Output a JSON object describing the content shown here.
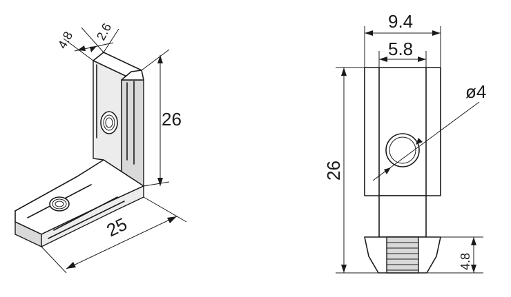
{
  "left_view": {
    "dim_thickness": "4.8",
    "dim_slot": "2.6",
    "dim_height": "26",
    "dim_length": "25"
  },
  "right_view": {
    "dim_width_outer": "9.4",
    "dim_width_inner": "5.8",
    "dim_hole": "ø4",
    "dim_height": "26",
    "dim_nut": "4.8"
  }
}
